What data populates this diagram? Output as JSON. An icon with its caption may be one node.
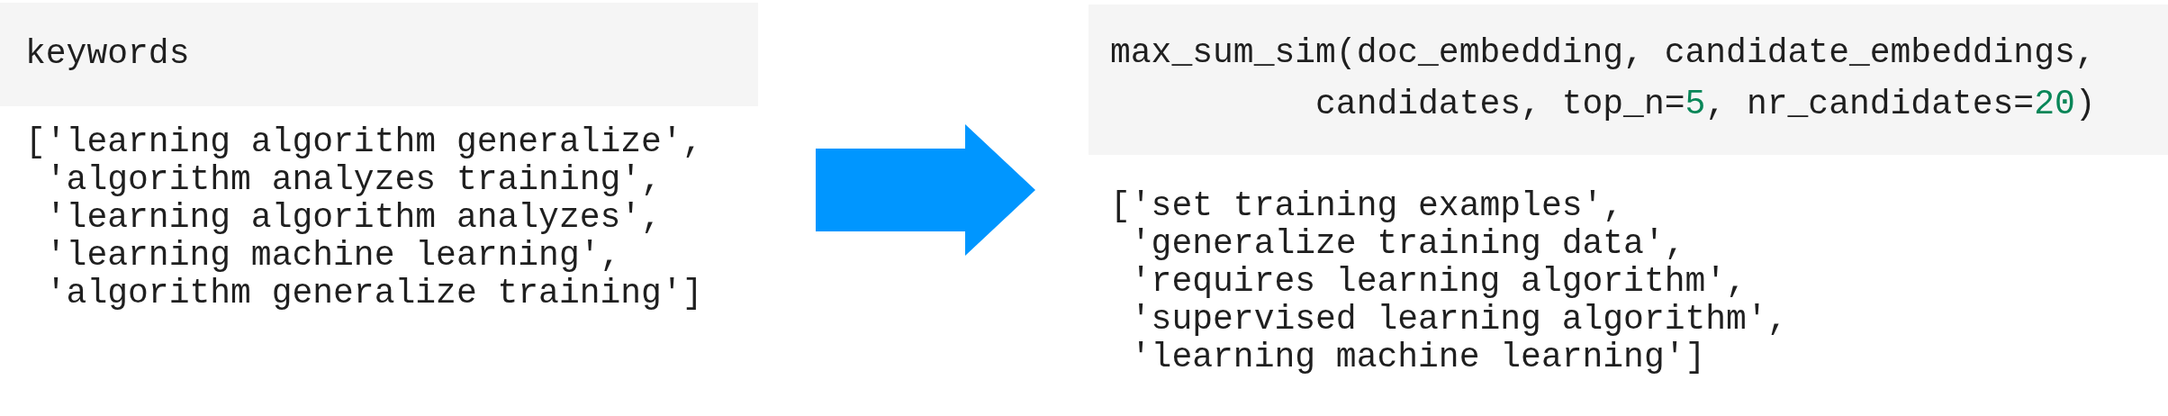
{
  "diagram": {
    "nodes": [
      {
        "text": [
          "keywords"
        ]
      },
      {
        "text": [
          "['learning algorithm generalize', 'algorithm analyzes training', 'learning algorithm analyzes', 'learning machine learning', 'algorithm generalize training']"
        ]
      },
      {
        "text": [
          "max_sum_sim(doc_embedding, candidate_embeddings, candidates, top_n=5, nr_candidates=20)"
        ]
      },
      {
        "text": [
          "['set training examples', 'generalize training data', 'requires learning algorithm', 'supervised learning algorithm', 'learning machine learning']"
        ]
      }
    ],
    "edges": [
      {
        "from": 1,
        "to": 3,
        "arrow": "to",
        "style": "thick",
        "color": "#0096ff"
      }
    ]
  }
}
